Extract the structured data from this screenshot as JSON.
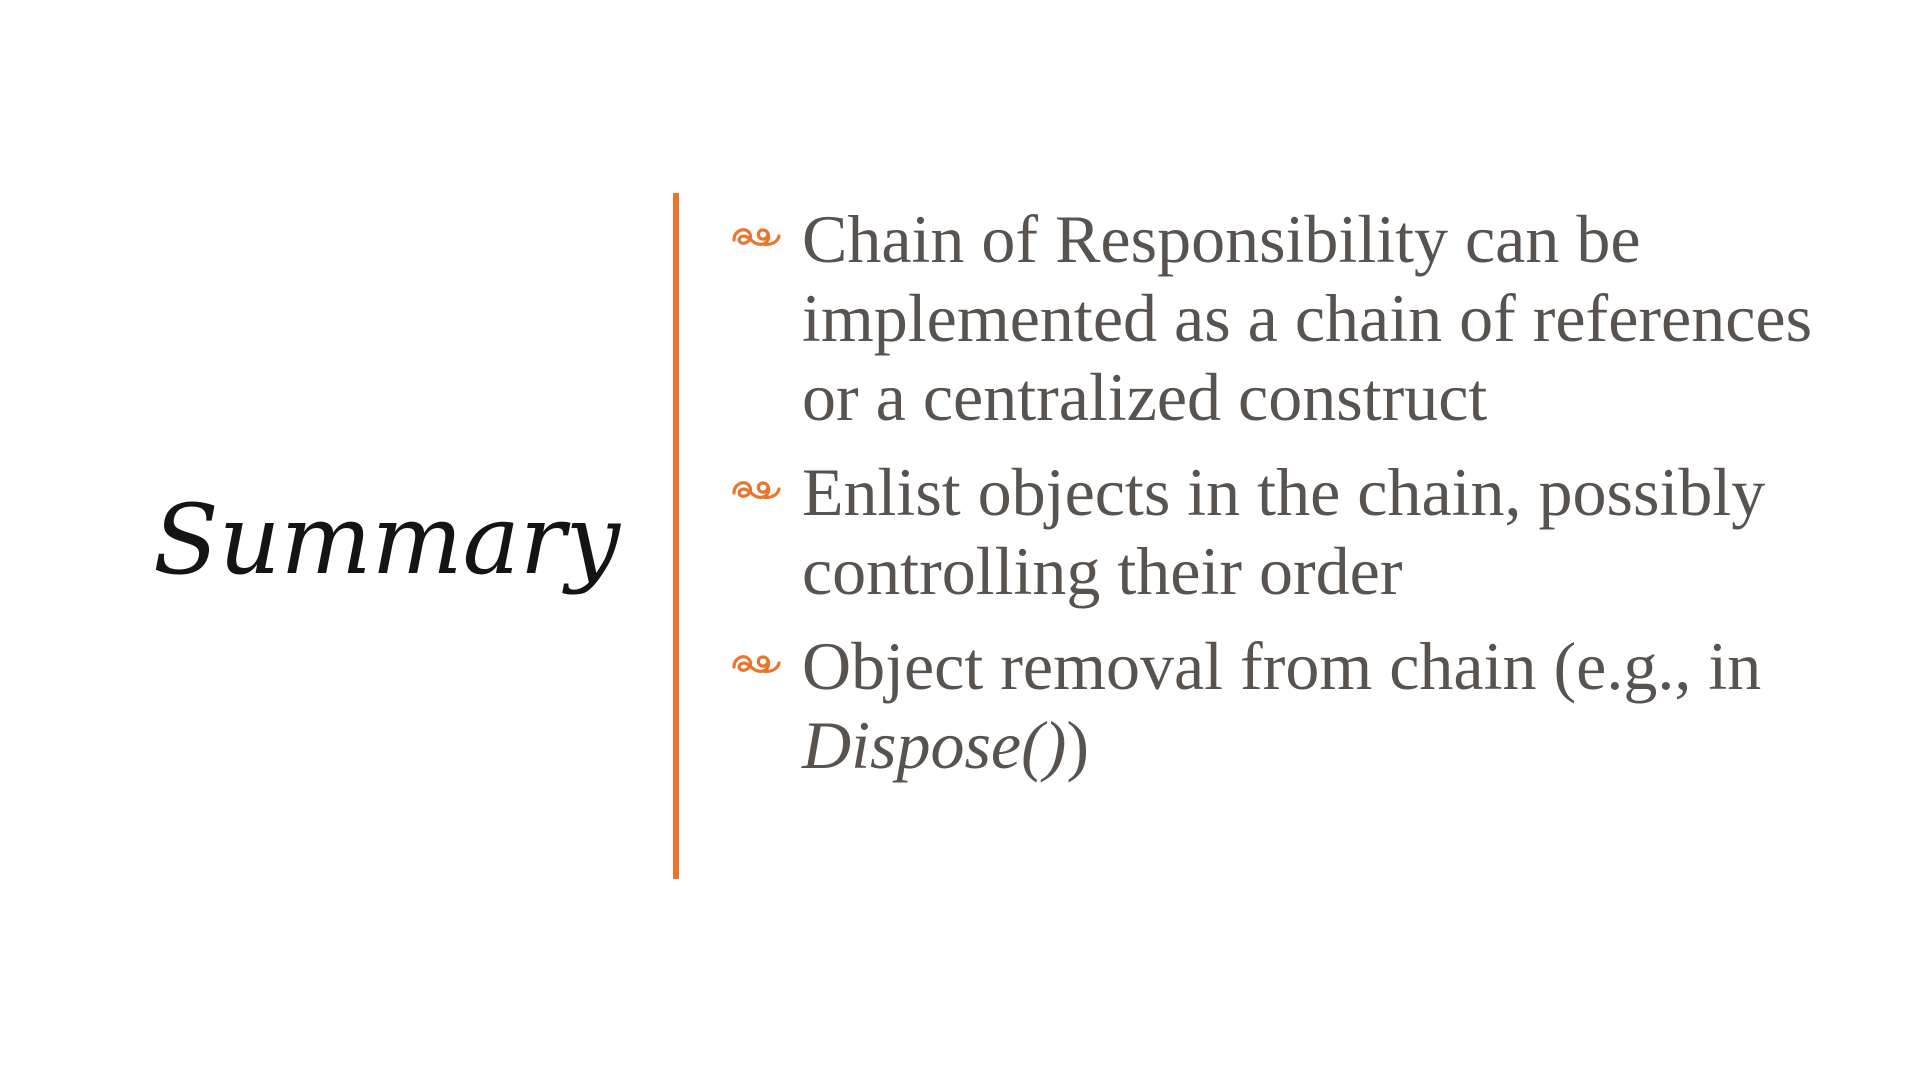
{
  "slide": {
    "title": "Summary",
    "accent_color": "#e8762c",
    "text_color": "#595350",
    "bullet_icon": "orange-swirl-bullet-icon",
    "bullets": [
      {
        "text": "Chain of Responsibility can be implemented as a chain of references or a centralized construct"
      },
      {
        "text": "Enlist objects in the chain, possibly controlling their order"
      },
      {
        "text_before": "Object removal from chain (e.g., in ",
        "emphasis": "Dispose()",
        "text_after": ")"
      }
    ]
  }
}
